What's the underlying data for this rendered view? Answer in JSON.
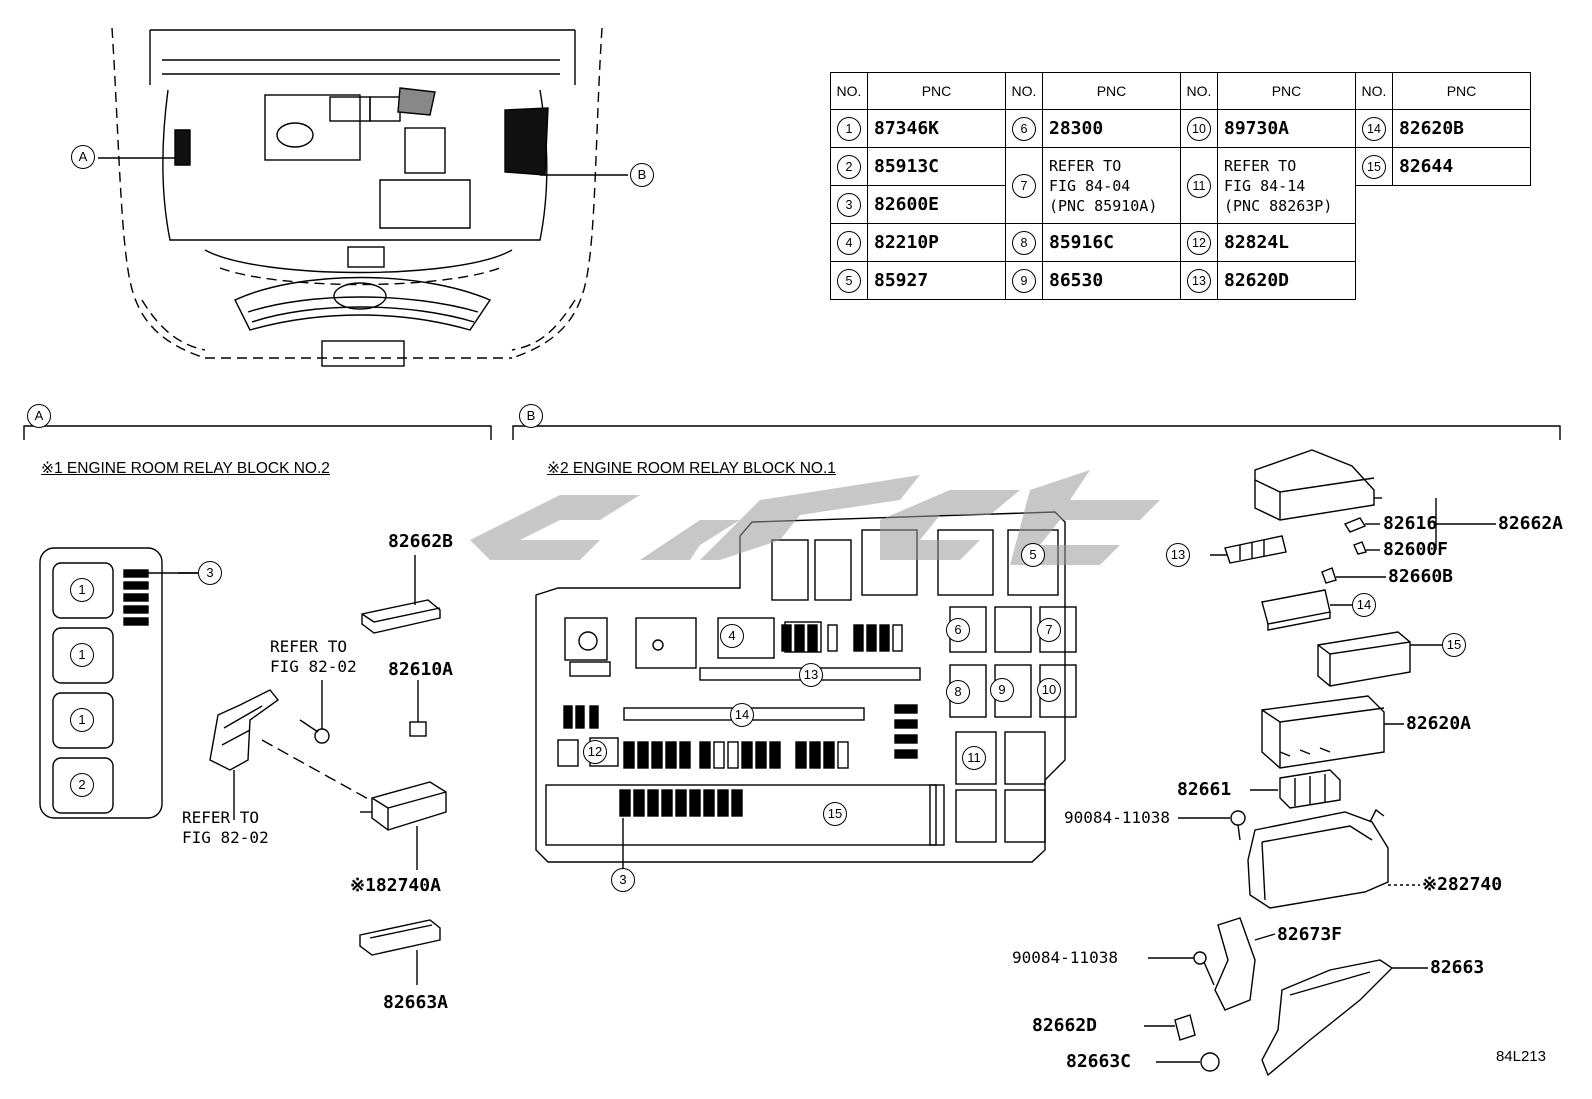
{
  "sections": {
    "a_letter": "A",
    "b_letter": "B",
    "a_heading": "※1 ENGINE ROOM RELAY BLOCK NO.2",
    "b_heading": "※2 ENGINE ROOM RELAY BLOCK NO.1"
  },
  "table": {
    "header_no": "NO.",
    "header_pnc": "PNC",
    "rows": [
      {
        "no": "1",
        "pnc": "87346K"
      },
      {
        "no": "2",
        "pnc": "85913C"
      },
      {
        "no": "3",
        "pnc": "82600E"
      },
      {
        "no": "4",
        "pnc": "82210P"
      },
      {
        "no": "5",
        "pnc": "85927"
      },
      {
        "no": "6",
        "pnc": "28300"
      },
      {
        "no": "7",
        "pnc": "REFER TO FIG 84-04 (PNC 85910A)"
      },
      {
        "no": "8",
        "pnc": "85916C"
      },
      {
        "no": "9",
        "pnc": "86530"
      },
      {
        "no": "10",
        "pnc": "89730A"
      },
      {
        "no": "11",
        "pnc": "REFER TO FIG 84-14 (PNC 88263P)"
      },
      {
        "no": "12",
        "pnc": "82824L"
      },
      {
        "no": "13",
        "pnc": "82620D"
      },
      {
        "no": "14",
        "pnc": "82620B"
      },
      {
        "no": "15",
        "pnc": "82644"
      }
    ]
  },
  "refer_line1": "REFER TO",
  "refer_line2": "FIG 82-02",
  "part_labels": {
    "p82662B": "82662B",
    "p82610A": "82610A",
    "p82740A": "※182740A",
    "p82663A": "82663A",
    "p82616": "82616",
    "p82662A": "82662A",
    "p82600F": "82600F",
    "p82660B": "82660B",
    "p82620A": "82620A",
    "p82661": "82661",
    "p90084a": "90084-11038",
    "p82740": "※282740",
    "p82673F": "82673F",
    "p90084b": "90084-11038",
    "p82663": "82663",
    "p82662D": "82662D",
    "p82663C": "82663C"
  },
  "figure_code": "84L213"
}
